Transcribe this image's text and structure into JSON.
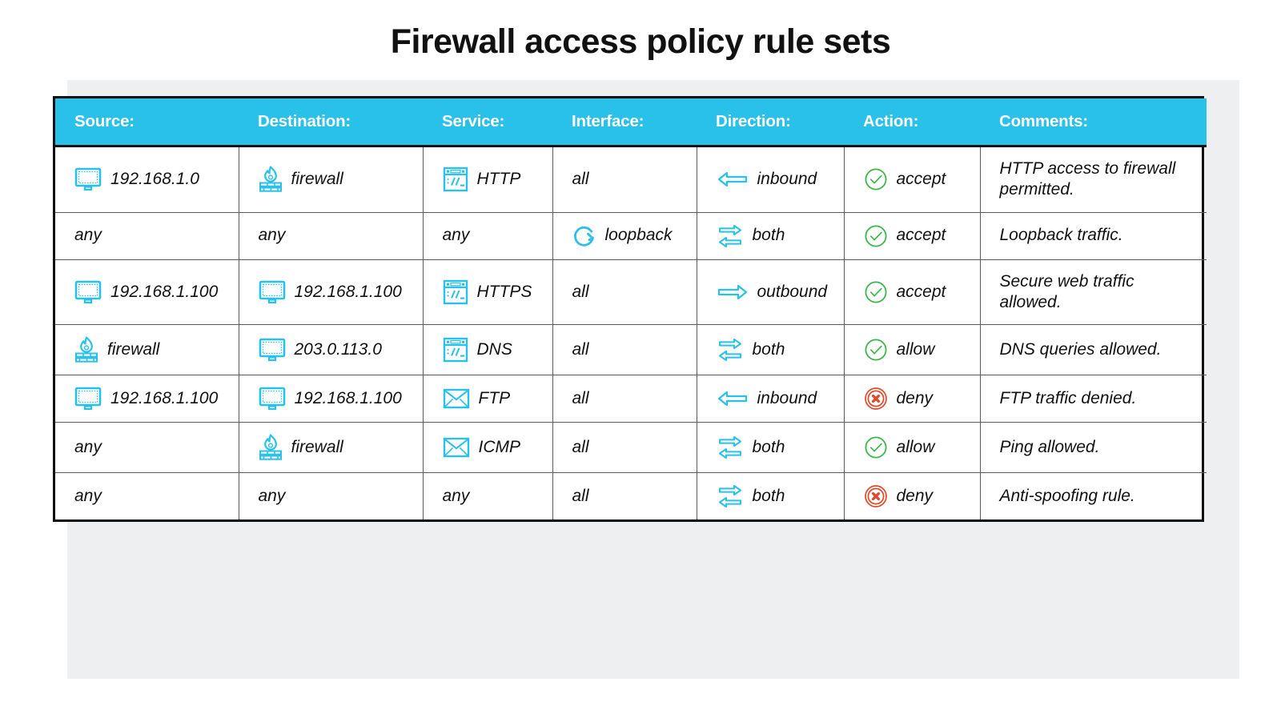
{
  "page": {
    "title": "Firewall access policy rule sets",
    "accent_cyan": "#29c0ea",
    "accept_green": "#3cb54a",
    "deny_red": "#e0492a",
    "header_text_color": "#ffffff",
    "border_color": "#111111"
  },
  "table": {
    "headers": [
      "Source:",
      "Destination:",
      "Service:",
      "Interface:",
      "Direction:",
      "Action:",
      "Comments:"
    ],
    "rows": [
      {
        "source": {
          "icon": "monitor-icon",
          "text": "192.168.1.0"
        },
        "destination": {
          "icon": "firewall-icon",
          "text": "firewall"
        },
        "service": {
          "icon": "browser-window-icon",
          "text": "HTTP"
        },
        "interface": {
          "icon": "",
          "text": "all"
        },
        "direction": {
          "icon": "arrow-left-icon",
          "text": "inbound"
        },
        "action": {
          "icon": "check-circle-icon",
          "text": "accept"
        },
        "comments": "HTTP access to firewall permitted."
      },
      {
        "source": {
          "icon": "",
          "text": "any"
        },
        "destination": {
          "icon": "",
          "text": "any"
        },
        "service": {
          "icon": "",
          "text": "any"
        },
        "interface": {
          "icon": "loopback-icon",
          "text": "loopback"
        },
        "direction": {
          "icon": "arrows-both-icon",
          "text": "both"
        },
        "action": {
          "icon": "check-circle-icon",
          "text": "accept"
        },
        "comments": "Loopback traffic."
      },
      {
        "source": {
          "icon": "monitor-icon",
          "text": "192.168.1.100"
        },
        "destination": {
          "icon": "monitor-icon",
          "text": "192.168.1.100"
        },
        "service": {
          "icon": "browser-window-icon",
          "text": "HTTPS"
        },
        "interface": {
          "icon": "",
          "text": "all"
        },
        "direction": {
          "icon": "arrow-right-icon",
          "text": "outbound"
        },
        "action": {
          "icon": "check-circle-icon",
          "text": "accept"
        },
        "comments": "Secure web traffic allowed."
      },
      {
        "source": {
          "icon": "firewall-icon",
          "text": "firewall"
        },
        "destination": {
          "icon": "monitor-icon",
          "text": "203.0.113.0"
        },
        "service": {
          "icon": "browser-window-icon",
          "text": "DNS"
        },
        "interface": {
          "icon": "",
          "text": "all"
        },
        "direction": {
          "icon": "arrows-both-icon",
          "text": "both"
        },
        "action": {
          "icon": "check-circle-icon",
          "text": "allow"
        },
        "comments": "DNS queries allowed."
      },
      {
        "source": {
          "icon": "monitor-icon",
          "text": "192.168.1.100"
        },
        "destination": {
          "icon": "monitor-icon",
          "text": "192.168.1.100"
        },
        "service": {
          "icon": "envelope-icon",
          "text": "FTP"
        },
        "interface": {
          "icon": "",
          "text": "all"
        },
        "direction": {
          "icon": "arrow-left-icon",
          "text": "inbound"
        },
        "action": {
          "icon": "x-circle-icon",
          "text": "deny"
        },
        "comments": "FTP traffic denied."
      },
      {
        "source": {
          "icon": "",
          "text": "any"
        },
        "destination": {
          "icon": "firewall-icon",
          "text": "firewall"
        },
        "service": {
          "icon": "envelope-icon",
          "text": "ICMP"
        },
        "interface": {
          "icon": "",
          "text": "all"
        },
        "direction": {
          "icon": "arrows-both-icon",
          "text": "both"
        },
        "action": {
          "icon": "check-circle-icon",
          "text": "allow"
        },
        "comments": "Ping allowed."
      },
      {
        "source": {
          "icon": "",
          "text": "any"
        },
        "destination": {
          "icon": "",
          "text": "any"
        },
        "service": {
          "icon": "",
          "text": "any"
        },
        "interface": {
          "icon": "",
          "text": "all"
        },
        "direction": {
          "icon": "arrows-both-icon",
          "text": "both"
        },
        "action": {
          "icon": "x-circle-icon",
          "text": "deny"
        },
        "comments": "Anti-spoofing rule."
      }
    ]
  }
}
